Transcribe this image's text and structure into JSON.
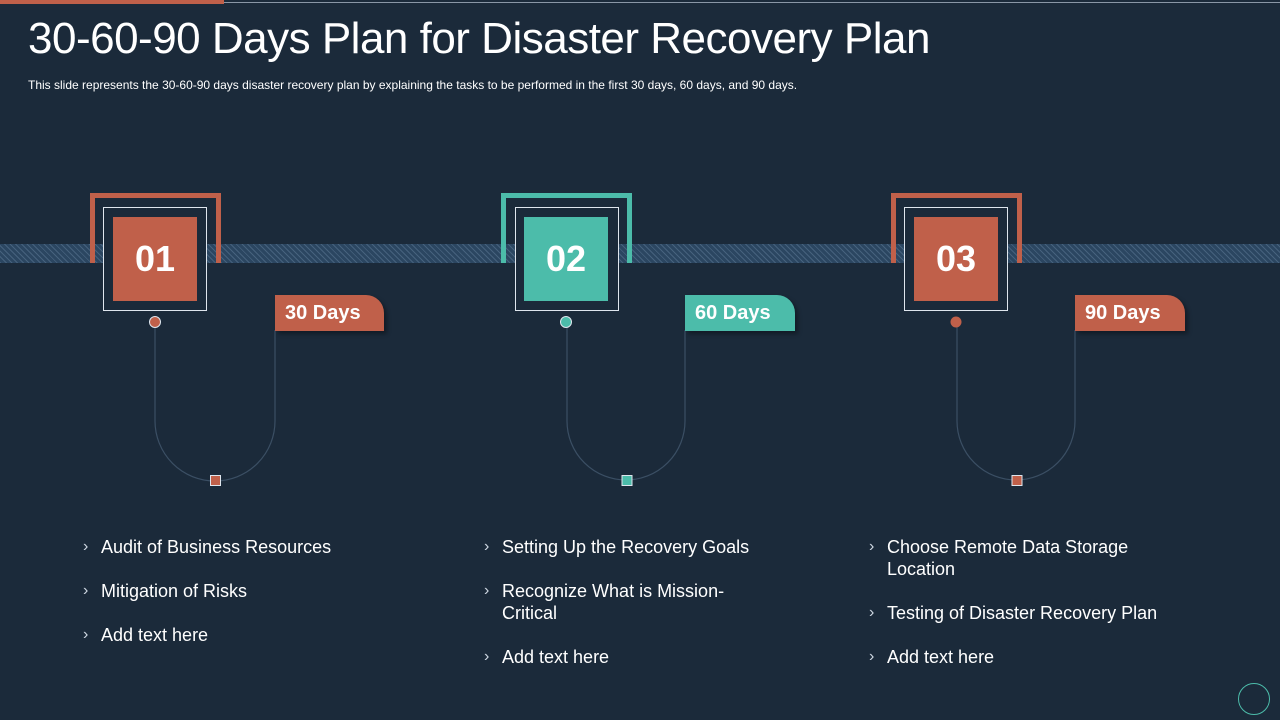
{
  "slide": {
    "title": "30-60-90 Days Plan for Disaster Recovery Plan",
    "subtitle": "This slide represents the 30-60-90  days disaster recovery  plan  by explaining  the tasks to be performed  in the first 30 days, 60 days, and 90 days."
  },
  "colors": {
    "orange": "#c0604a",
    "teal": "#4cbcaa",
    "background": "#1b2a3a"
  },
  "icons": {
    "bullet": "›"
  },
  "phases": [
    {
      "number": "01",
      "days": "30 Days",
      "color": "#c0604a",
      "items": [
        "Audit of Business Resources",
        "Mitigation of Risks",
        "Add text here"
      ]
    },
    {
      "number": "02",
      "days": "60 Days",
      "color": "#4cbcaa",
      "items": [
        "Setting Up the Recovery Goals",
        "Recognize What is Mission-Critical",
        "Add text here"
      ]
    },
    {
      "number": "03",
      "days": "90 Days",
      "color": "#c0604a",
      "items": [
        "Choose Remote Data Storage Location",
        "Testing of Disaster Recovery Plan",
        "Add text here"
      ]
    }
  ]
}
